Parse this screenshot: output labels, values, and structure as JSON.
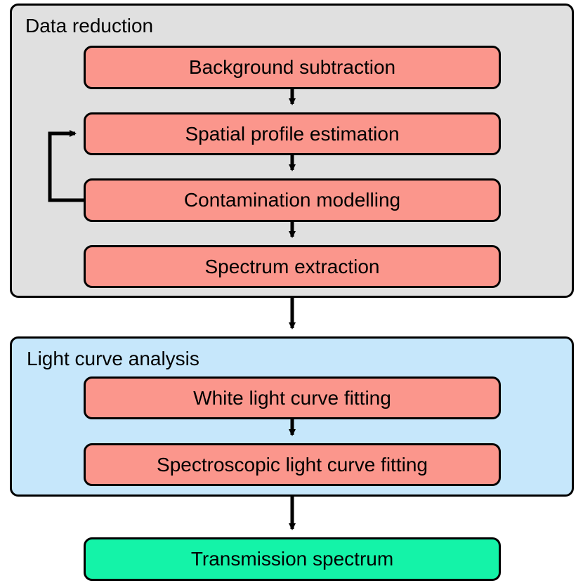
{
  "colors": {
    "data_reduction_bg": "#e0e0e0",
    "light_curve_bg": "#c6e7fb",
    "step_fill": "#fb968c",
    "result_fill": "#14f3a8",
    "stroke": "#000000"
  },
  "groups": {
    "data_reduction": {
      "title": "Data reduction",
      "steps": [
        "Background subtraction",
        "Spatial profile estimation",
        "Contamination modelling",
        "Spectrum extraction"
      ]
    },
    "light_curve_analysis": {
      "title": "Light curve analysis",
      "steps": [
        "White light curve fitting",
        "Spectroscopic light curve fitting"
      ]
    }
  },
  "result": "Transmission spectrum"
}
